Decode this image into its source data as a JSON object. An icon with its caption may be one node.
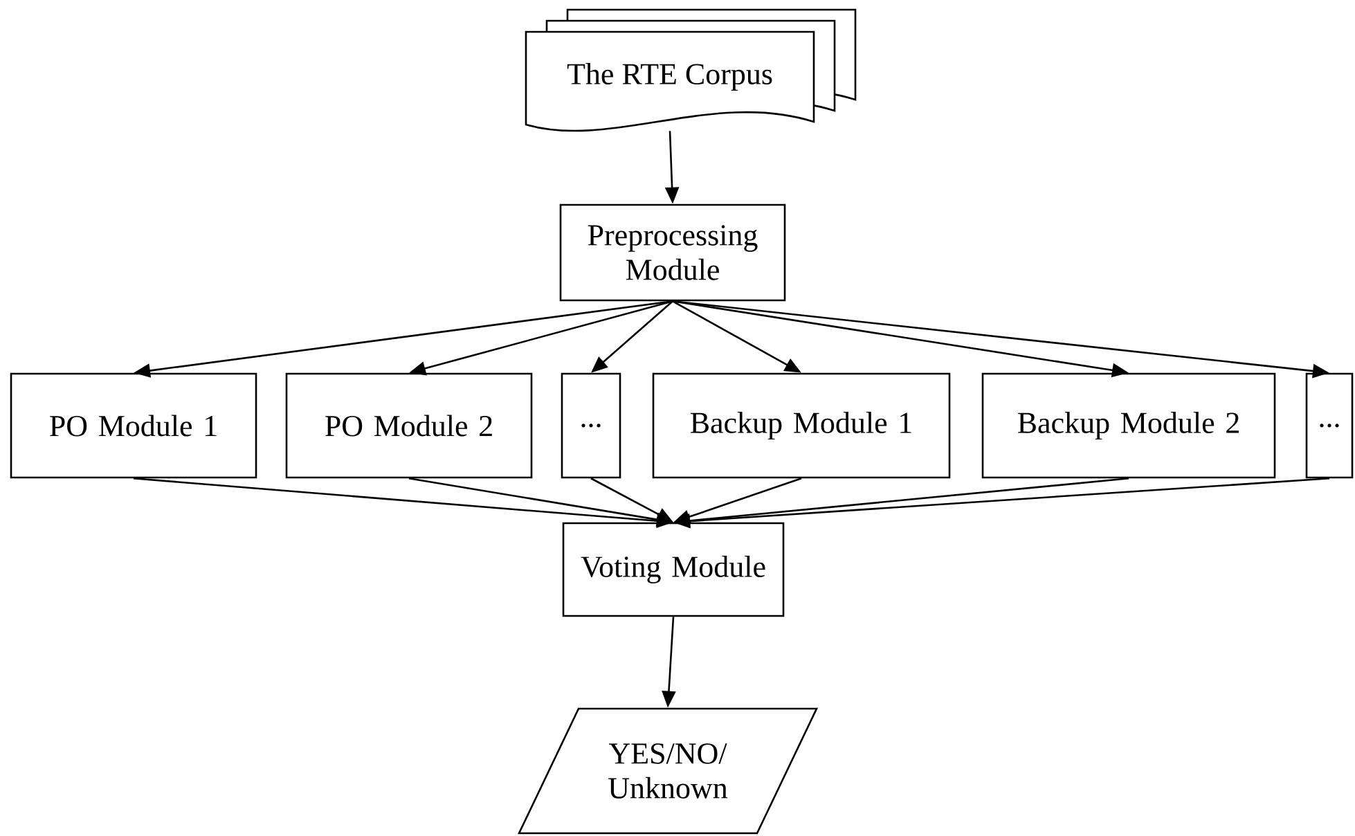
{
  "diagram": {
    "nodes": [
      {
        "text": [
          "The RTE Corpus"
        ]
      },
      {
        "text": [
          "Preprocessing Module"
        ]
      },
      {
        "text": [
          "PO Module 1"
        ]
      },
      {
        "text": [
          "PO Module 2"
        ]
      },
      {
        "text": [
          "..."
        ]
      },
      {
        "text": [
          "Backup Module 1"
        ]
      },
      {
        "text": [
          "Backup Module 2"
        ]
      },
      {
        "text": [
          "..."
        ]
      },
      {
        "text": [
          "Voting Module"
        ]
      },
      {
        "text": [
          "YES/NO/ Unknown"
        ]
      }
    ],
    "edges": [
      {
        "from": 0,
        "to": 1,
        "arrow": "to"
      },
      {
        "from": 1,
        "to": 2,
        "arrow": "to"
      },
      {
        "from": 1,
        "to": 3,
        "arrow": "to"
      },
      {
        "from": 1,
        "to": 4,
        "arrow": "to"
      },
      {
        "from": 1,
        "to": 5,
        "arrow": "to"
      },
      {
        "from": 1,
        "to": 6,
        "arrow": "to"
      },
      {
        "from": 1,
        "to": 7,
        "arrow": "to"
      },
      {
        "from": 2,
        "to": 8,
        "arrow": "to"
      },
      {
        "from": 3,
        "to": 8,
        "arrow": "to"
      },
      {
        "from": 4,
        "to": 8,
        "arrow": "to"
      },
      {
        "from": 5,
        "to": 8,
        "arrow": "to"
      },
      {
        "from": 6,
        "to": 8,
        "arrow": "to"
      },
      {
        "from": 7,
        "to": 8,
        "arrow": "to"
      },
      {
        "from": 8,
        "to": 9,
        "arrow": "to"
      }
    ]
  }
}
